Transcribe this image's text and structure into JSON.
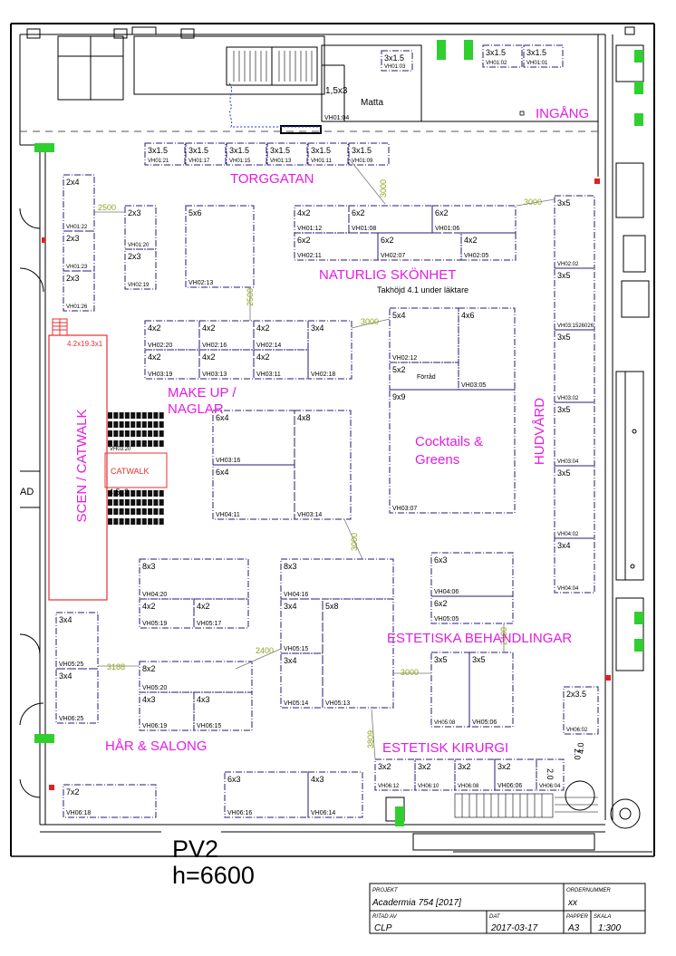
{
  "plan": {
    "entrance": "INGÅNG",
    "matta_size": "1,5x3",
    "matta_label": "Matta",
    "matta_id": "VH01:04",
    "ceiling_note": "Takhöjd 4.1 under läktare",
    "pv_label": "PV2",
    "height_label": "h=6600",
    "left_edge_text": "AD",
    "catwalk_label": "CATWALK",
    "stage": {
      "size": "4.2x19.3x1",
      "label": "SCEN / CATWALK"
    },
    "stacked_seats_label": "4.5x3",
    "forrad_label": "Förråd",
    "scale_marks": [
      "2.0",
      "2.0",
      "4.0"
    ]
  },
  "zones": {
    "torggatan": "TORGGATAN",
    "naturlig": "NATURLIG SKÖNHET",
    "makeup_1": "MAKE UP /",
    "makeup_2": "NAGLAR",
    "cocktails_1": "Cocktails &",
    "cocktails_2": "Greens",
    "hudvard": "HUDVÅRD",
    "estetiska": "ESTETISKA BEHANDLINGAR",
    "har": "HÅR & SALONG",
    "kirurgi": "ESTETISK KIRURGI"
  },
  "distances": [
    "2500",
    "3000",
    "3000",
    "2500",
    "3000",
    "3000",
    "2400",
    "3188",
    "3000",
    "2400",
    "3809"
  ],
  "booths": [
    {
      "size": "3x1.5",
      "id": "VH01:03"
    },
    {
      "size": "3x1.5",
      "id": "VH01:02"
    },
    {
      "size": "3x1.5",
      "id": "VH01:01"
    },
    {
      "size": "3x1.5",
      "id": "VH01:21"
    },
    {
      "size": "3x1.5",
      "id": "VH01:17"
    },
    {
      "size": "3x1.5",
      "id": "VH01:15"
    },
    {
      "size": "3x1.5",
      "id": "VH01:13"
    },
    {
      "size": "3x1.5",
      "id": "VH01:11"
    },
    {
      "size": "3x1.5",
      "id": "VH01:09"
    },
    {
      "size": "2x4",
      "id": "VH01:22"
    },
    {
      "size": "2x3",
      "id": "VH01:23"
    },
    {
      "size": "2x3",
      "id": "VH01:26"
    },
    {
      "size": "2x3",
      "id": "VH01:20"
    },
    {
      "size": "2x3",
      "id": "VH02:19"
    },
    {
      "size": "5x6",
      "id": "VH02:13"
    },
    {
      "size": "4x2",
      "id": "VH01:12"
    },
    {
      "size": "6x2",
      "id": "VH01:08"
    },
    {
      "size": "6x2",
      "id": "VH01:06"
    },
    {
      "size": "6x2",
      "id": "VH02:11"
    },
    {
      "size": "6x2",
      "id": "VH02:07"
    },
    {
      "size": "4x2",
      "id": "VH02:05"
    },
    {
      "size": "3x5",
      "id": "VH02:02"
    },
    {
      "size": "3x5",
      "id": "VH03:1526026"
    },
    {
      "size": "3x5",
      "id": "VH03:02"
    },
    {
      "size": "3x5",
      "id": "VH03:04"
    },
    {
      "size": "3x5",
      "id": "VH04:02"
    },
    {
      "size": "3x4",
      "id": "VH04:04"
    },
    {
      "size": "4x2",
      "id": "VH02:20"
    },
    {
      "size": "4x2",
      "id": "VH02:16"
    },
    {
      "size": "4x2",
      "id": "VH02:14"
    },
    {
      "size": "3x4",
      "id": "VH02:18"
    },
    {
      "size": "4x2",
      "id": "VH03:19"
    },
    {
      "size": "4x2",
      "id": "VH03:13"
    },
    {
      "size": "4x2",
      "id": "VH03:11"
    },
    {
      "size": "5x4",
      "id": "VH02:12"
    },
    {
      "size": "4x6",
      "id": "VH03:05"
    },
    {
      "size": "5x2",
      "id": ""
    },
    {
      "size": "9x9",
      "id": "VH03:07"
    },
    {
      "size": "6x4",
      "id": "VH03:16"
    },
    {
      "size": "6x4",
      "id": "VH04:11"
    },
    {
      "size": "4x8",
      "id": "VH03:14"
    },
    {
      "size": "",
      "id": "VH03:20"
    },
    {
      "size": "8x3",
      "id": "VH04:20"
    },
    {
      "size": "4x2",
      "id": "VH05:19"
    },
    {
      "size": "4x2",
      "id": "VH05:17"
    },
    {
      "size": "8x3",
      "id": "VH04:16"
    },
    {
      "size": "3x4",
      "id": "VH05:15"
    },
    {
      "size": "5x8",
      "id": "VH05:13"
    },
    {
      "size": "3x4",
      "id": "VH05:14"
    },
    {
      "size": "6x3",
      "id": "VH04:06"
    },
    {
      "size": "6x2",
      "id": "VH05:05"
    },
    {
      "size": "3x5",
      "id": "VH05:08"
    },
    {
      "size": "3x5",
      "id": "VH05:06"
    },
    {
      "size": "3x4",
      "id": "VH05:25"
    },
    {
      "size": "3x4",
      "id": "VH06:25"
    },
    {
      "size": "8x2",
      "id": "VH05:20"
    },
    {
      "size": "4x3",
      "id": "VH06:19"
    },
    {
      "size": "4x3",
      "id": "VH06:15"
    },
    {
      "size": "2x3.5",
      "id": "VH06:02"
    },
    {
      "size": "3x2",
      "id": "VH06:12"
    },
    {
      "size": "3x2",
      "id": "VH06:10"
    },
    {
      "size": "3x2",
      "id": "VH06:08"
    },
    {
      "size": "3x2",
      "id": "VH06:06"
    },
    {
      "size": "",
      "id": "VH06:04"
    },
    {
      "size": "7x2",
      "id": "VH06:18"
    },
    {
      "size": "6x3",
      "id": "VH06:16"
    },
    {
      "size": "4x3",
      "id": "VH06:14"
    }
  ],
  "title_block": {
    "project_label": "PROJEKT",
    "project": "Acadermia 754 [2017]",
    "order_label": "ORDERNUMMER",
    "order": "xx",
    "drawn_label": "RITAD AV",
    "drawn": "CLP",
    "date_label": "DAT",
    "date": "2017-03-17",
    "paper_label": "PAPPER",
    "paper": "A3",
    "scale_label": "SKALA",
    "scale": "1:300"
  },
  "colors": {
    "zone_text": "#e31ce3",
    "booth_line": "#2a1a7a",
    "distance_text": "#8aa61c",
    "stage_red": "#e53030",
    "exit_green": "#2fcf2f",
    "wall": "#000000"
  }
}
